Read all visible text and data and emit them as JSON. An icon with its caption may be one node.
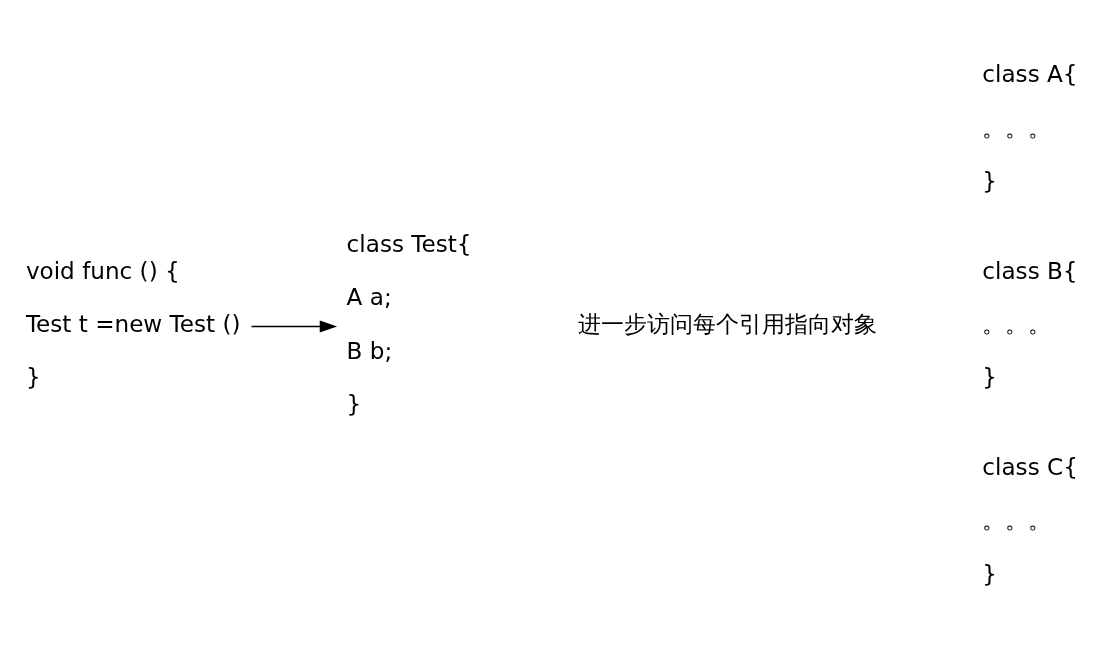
{
  "diagram": {
    "nodes": [
      {
        "text": [
          "void func () {",
          "Test t =new Test ()",
          "}"
        ]
      },
      {
        "text": [
          "class Test{",
          "A a;",
          "B b;",
          "}"
        ]
      },
      {
        "text": [
          "class A{",
          "。。。",
          "}"
        ]
      },
      {
        "text": [
          "class B{",
          "。。。",
          "}"
        ]
      },
      {
        "text": [
          "class C{",
          "。。。",
          "}"
        ]
      }
    ],
    "edges": [
      {
        "from": 0,
        "to": 1,
        "arrow": "to"
      }
    ],
    "labels": [
      "进一步访问每个引用指向对象"
    ]
  }
}
